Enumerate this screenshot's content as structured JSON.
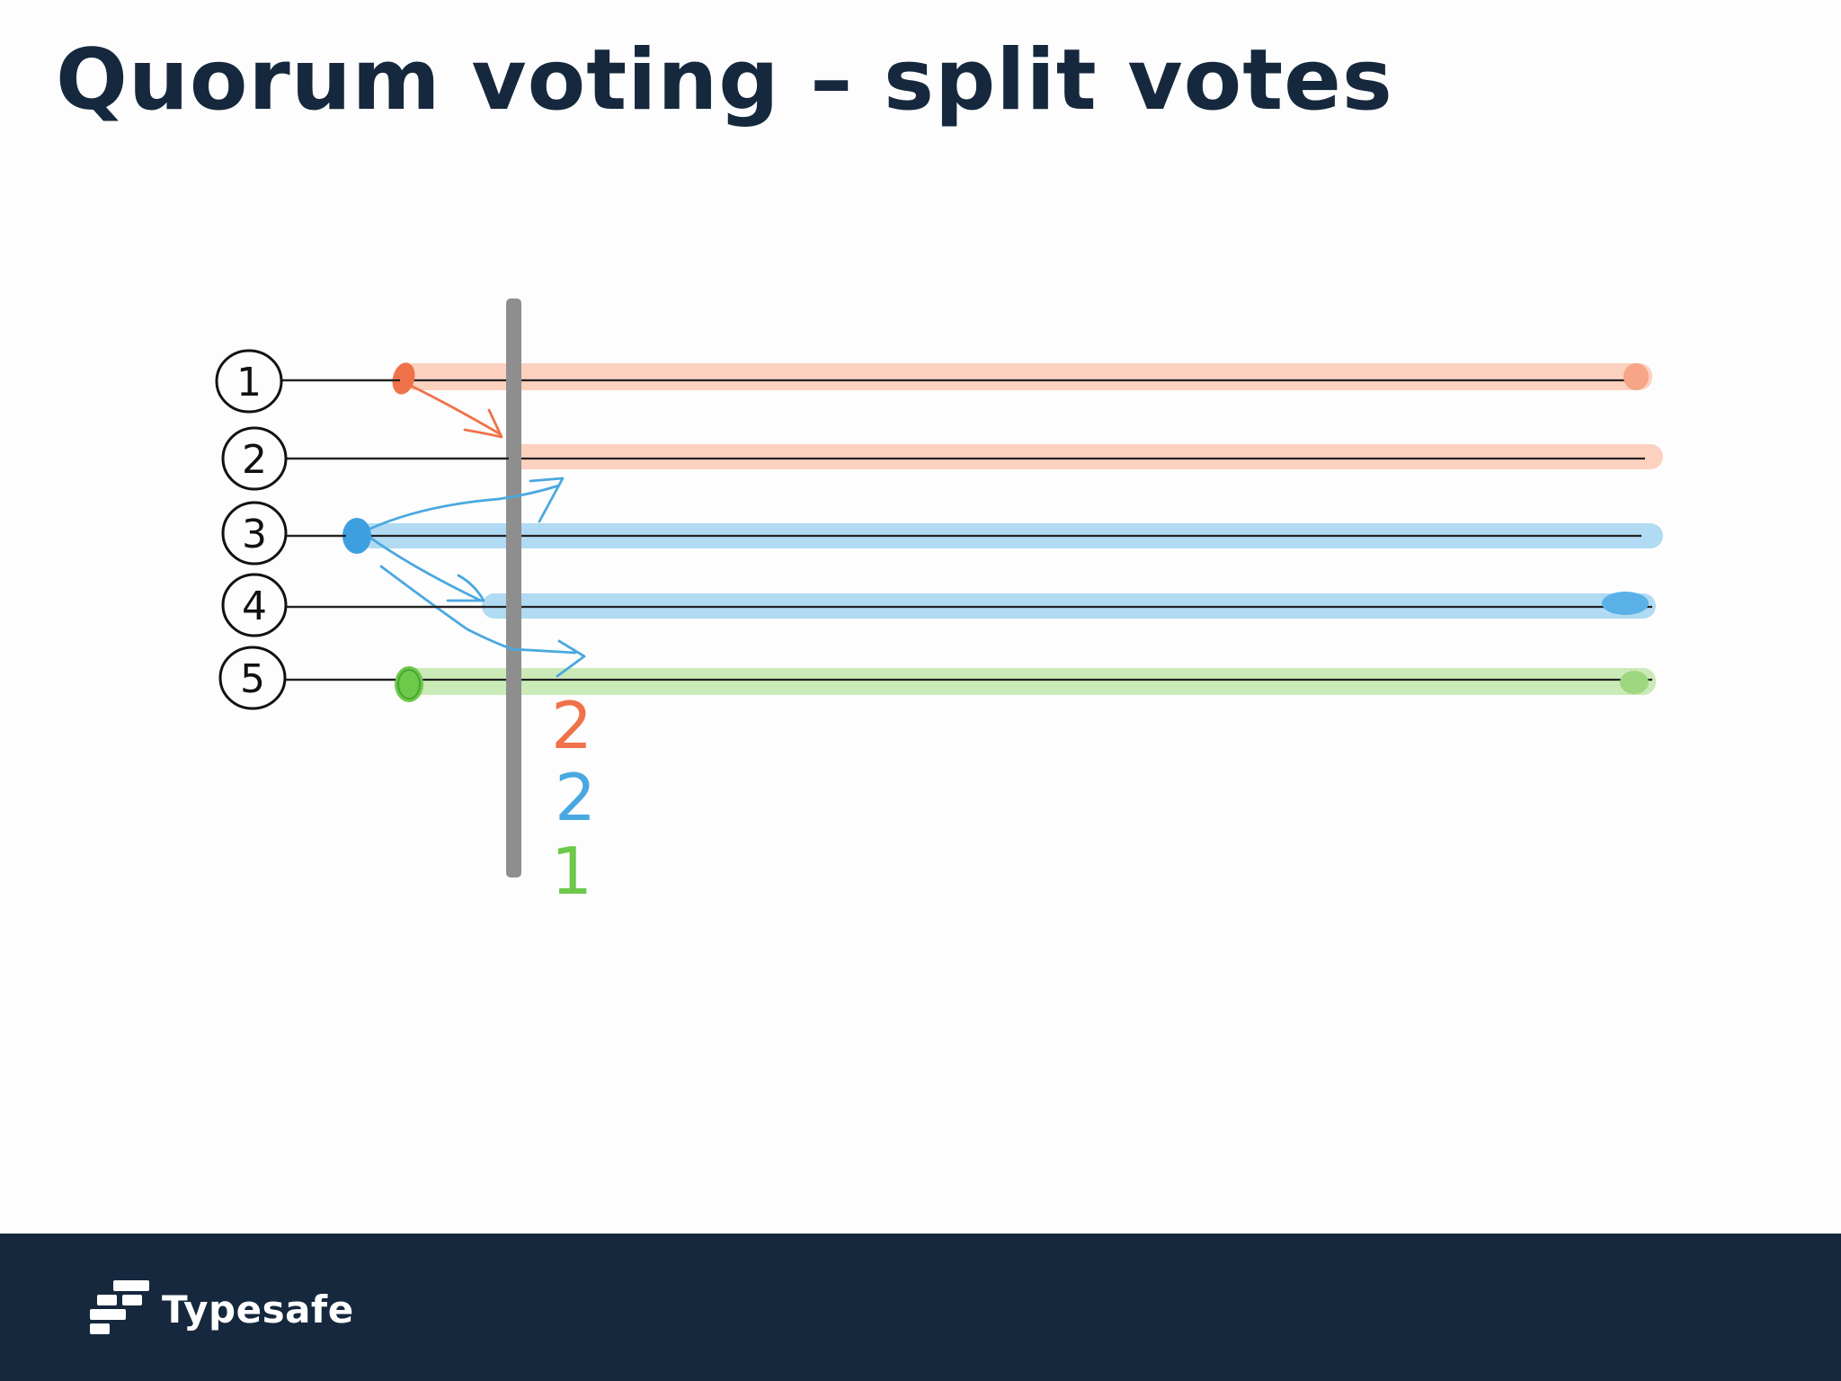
{
  "slide": {
    "title": "Quorum voting – split votes"
  },
  "diagram": {
    "nodes": [
      {
        "label": "1",
        "vote_color": "orange",
        "voted_for": "1"
      },
      {
        "label": "2",
        "vote_color": "orange",
        "voted_for": "1"
      },
      {
        "label": "3",
        "vote_color": "blue",
        "voted_for": "3"
      },
      {
        "label": "4",
        "vote_color": "blue",
        "voted_for": "3"
      },
      {
        "label": "5",
        "vote_color": "green",
        "voted_for": "5"
      }
    ],
    "tallies": [
      {
        "value": "2",
        "color": "#f0724a"
      },
      {
        "value": "2",
        "color": "#4aa8e0"
      },
      {
        "value": "1",
        "color": "#6cc94a"
      }
    ],
    "colors": {
      "orange": "#f0724a",
      "orange_band": "#fbc9b4",
      "blue": "#3e9fe0",
      "blue_band": "#a9d6f2",
      "green": "#6cc94a",
      "green_band": "#c4e9b0",
      "divider": "#8e8e8e"
    }
  },
  "footer": {
    "brand": "Typesafe",
    "brand_icon": "typesafe-logo-icon",
    "background": "#15283d"
  }
}
